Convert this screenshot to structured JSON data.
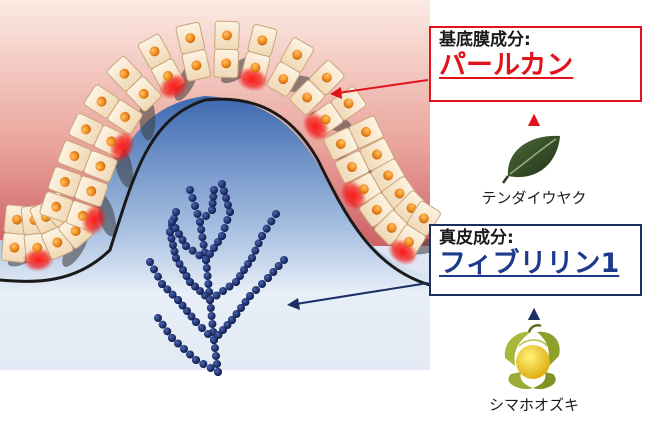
{
  "top_label": {
    "heading": "基底膜成分:",
    "name": "パールカン",
    "color": "#e1141c"
  },
  "bottom_label": {
    "heading": "真皮成分:",
    "name": "フィブリリン1",
    "color": "#1c2f63"
  },
  "plants": {
    "top": {
      "caption": "テンダイウヤク",
      "icon": "leaf-icon"
    },
    "bottom": {
      "caption": "シマホオズキ",
      "icon": "physalis-fruit-icon"
    }
  },
  "arrows": {
    "top": "▲",
    "bottom": "▲"
  }
}
